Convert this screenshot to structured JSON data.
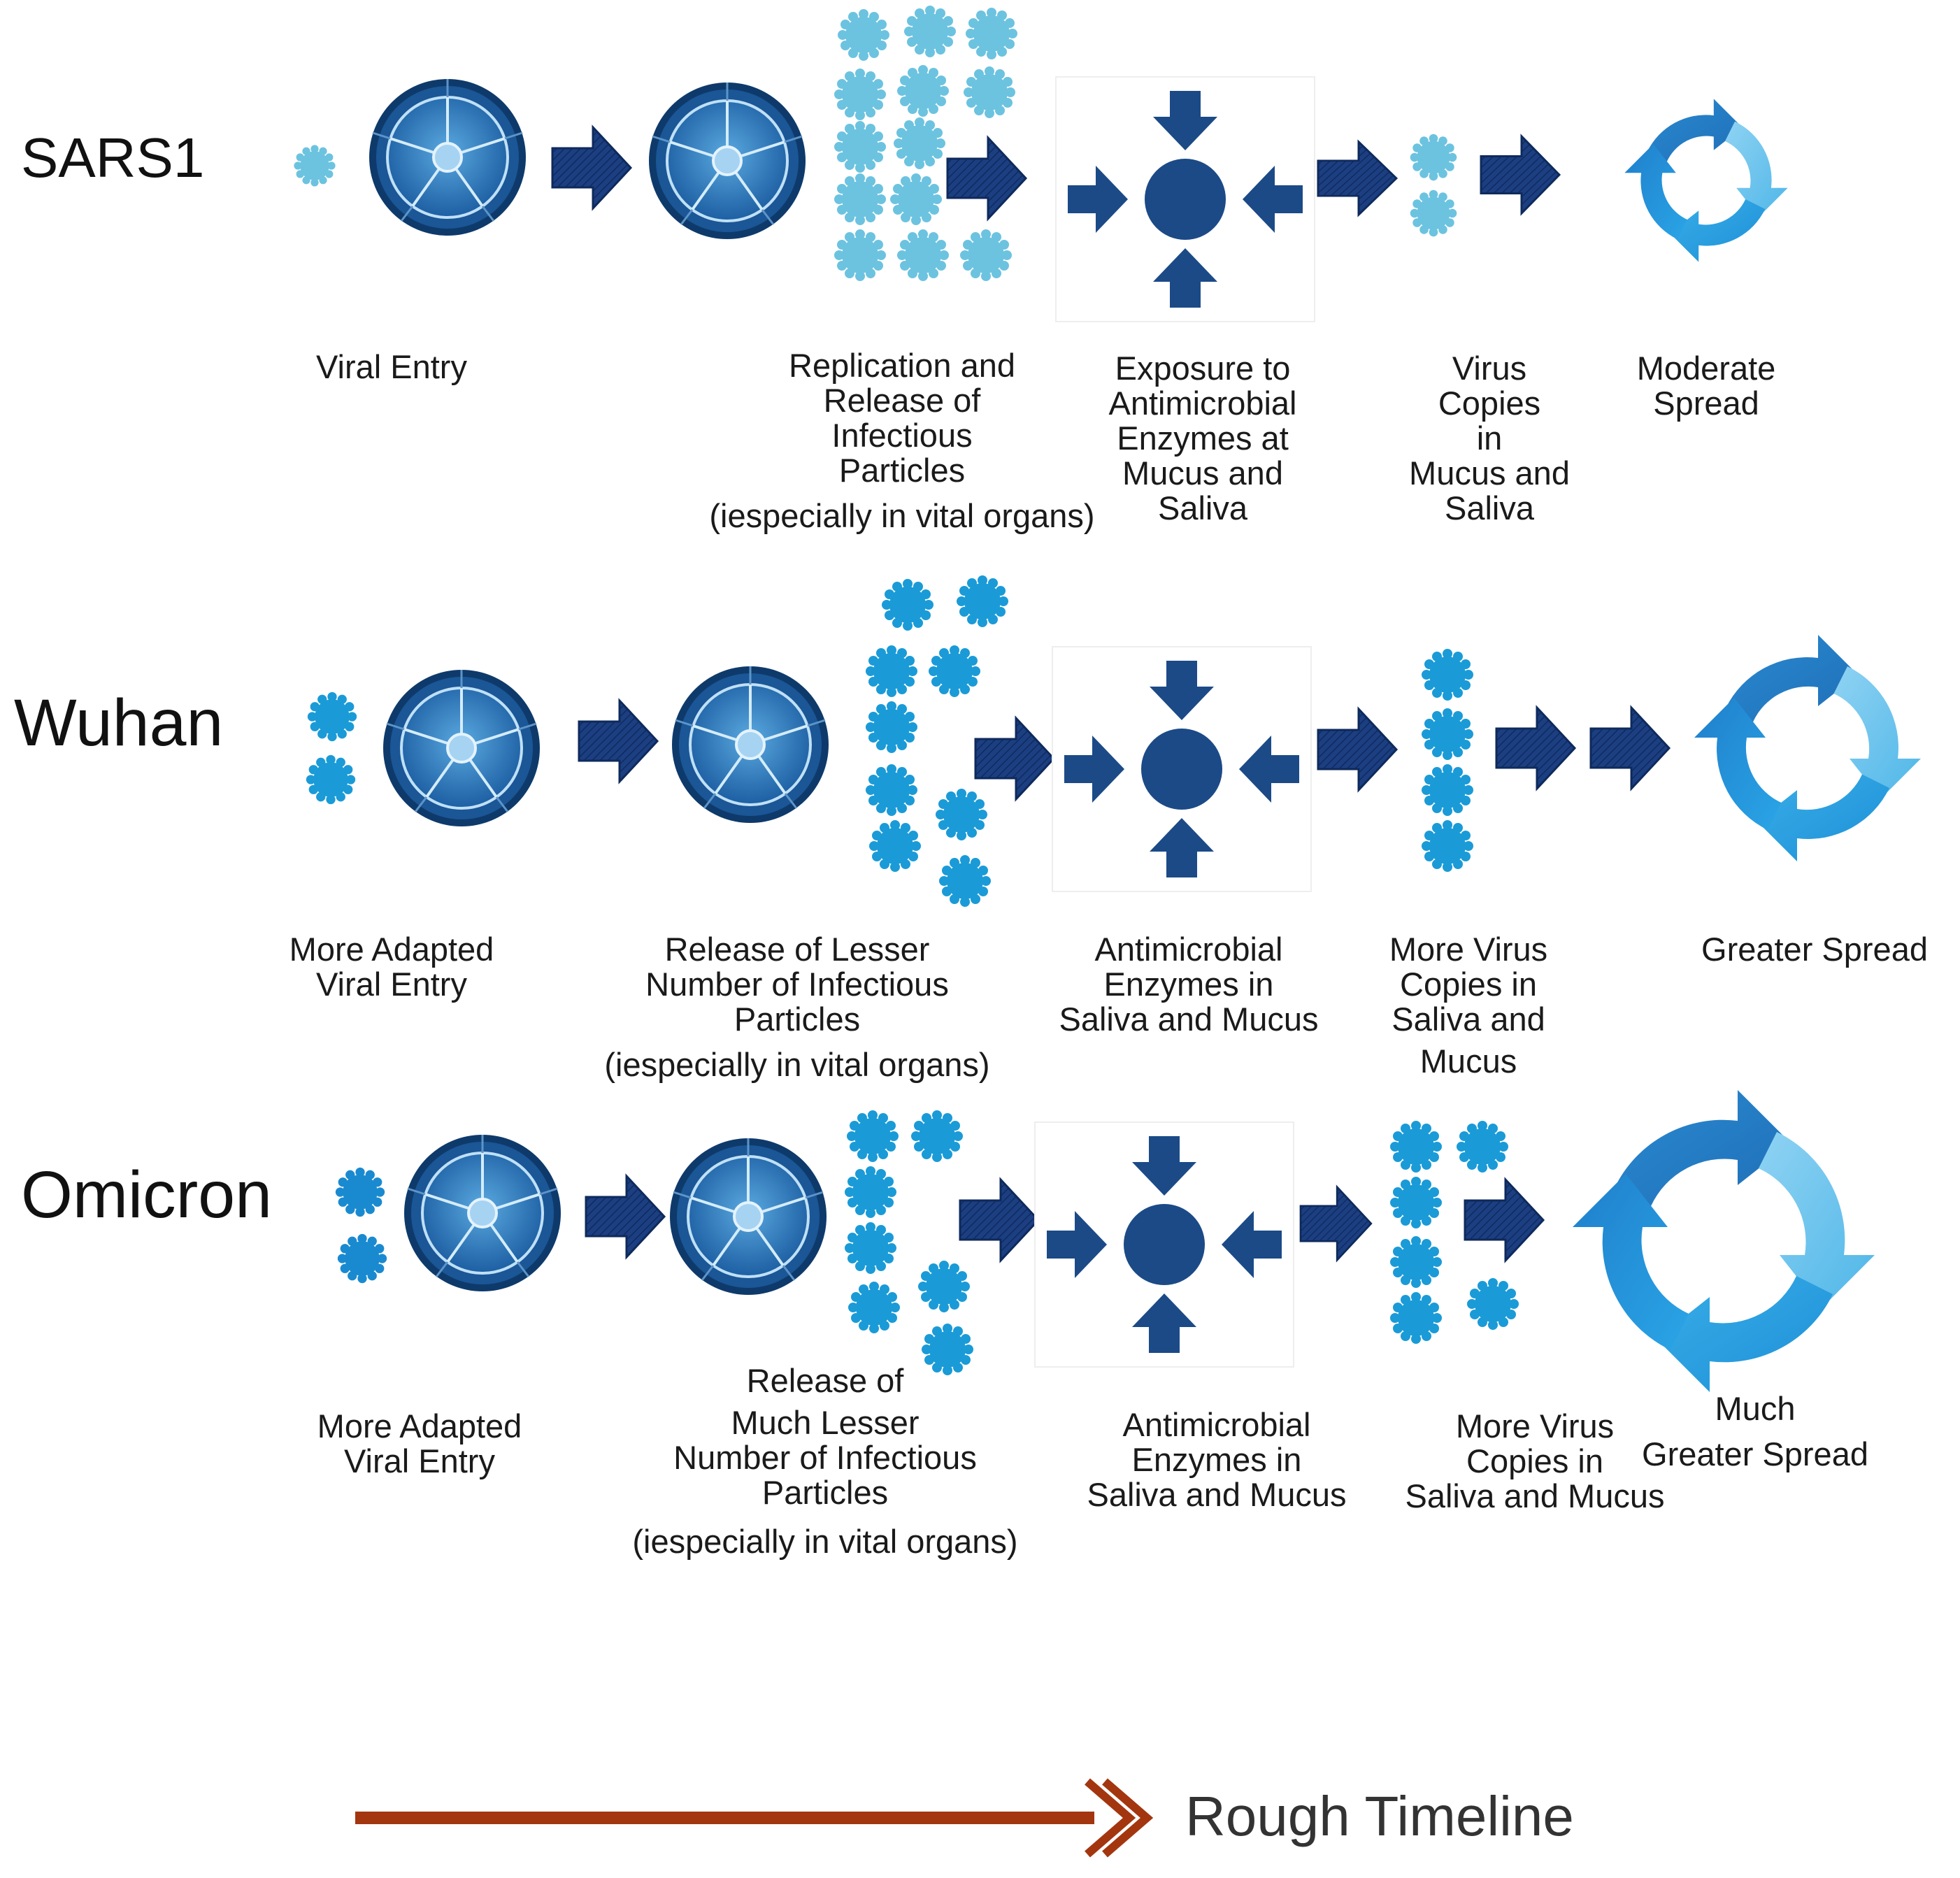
{
  "rows": [
    {
      "name": "SARS1",
      "labels": {
        "entry": [
          "Viral  Entry"
        ],
        "release": [
          "Replication and",
          "Release of",
          "Infectious",
          "Particles",
          "(iespecially in vital organs)"
        ],
        "enzymes": [
          "Exposure to",
          "Antimicrobial",
          "Enzymes at",
          "Mucus and",
          "Saliva"
        ],
        "copies": [
          "Virus",
          "Copies",
          "in",
          "Mucus and",
          "Saliva"
        ],
        "spread": [
          "Moderate",
          "Spread"
        ]
      }
    },
    {
      "name": "Wuhan",
      "labels": {
        "entry": [
          "More Adapted",
          "Viral Entry"
        ],
        "release": [
          "Release of  Lesser",
          "Number of  Infectious",
          "Particles",
          "(iespecially in vital organs)"
        ],
        "enzymes": [
          "Antimicrobial",
          "Enzymes in",
          "Saliva and Mucus"
        ],
        "copies": [
          "More Virus",
          "Copies in",
          "Saliva and",
          "Mucus"
        ],
        "spread": [
          "Greater  Spread"
        ]
      }
    },
    {
      "name": "Omicron",
      "labels": {
        "entry": [
          "More Adapted",
          "Viral Entry"
        ],
        "release": [
          "Release of",
          "Much  Lesser",
          "Number of  Infectious",
          "Particles",
          "(iespecially in vital organs)"
        ],
        "enzymes": [
          "Antimicrobial",
          "Enzymes in",
          "Saliva and Mucus"
        ],
        "copies": [
          "More Virus",
          "Copies in",
          "Saliva and Mucus"
        ],
        "spread": [
          "Much",
          "Greater  Spread"
        ]
      }
    }
  ],
  "timeline": {
    "label": "Rough Timeline"
  },
  "colors": {
    "virus_light": "#6cc3e0",
    "virus_bright": "#1a9bd7",
    "cell_dark": "#0d3d72",
    "cell_mid": "#2e7fc1",
    "arrow_blue": "#183a78",
    "timeline_arrow": "#a3360f"
  },
  "icons": [
    "virus-particle-icon",
    "host-cell-icon",
    "flow-arrow-icon",
    "enzyme-exposure-icon",
    "spread-cycle-icon",
    "timeline-arrow-icon"
  ]
}
